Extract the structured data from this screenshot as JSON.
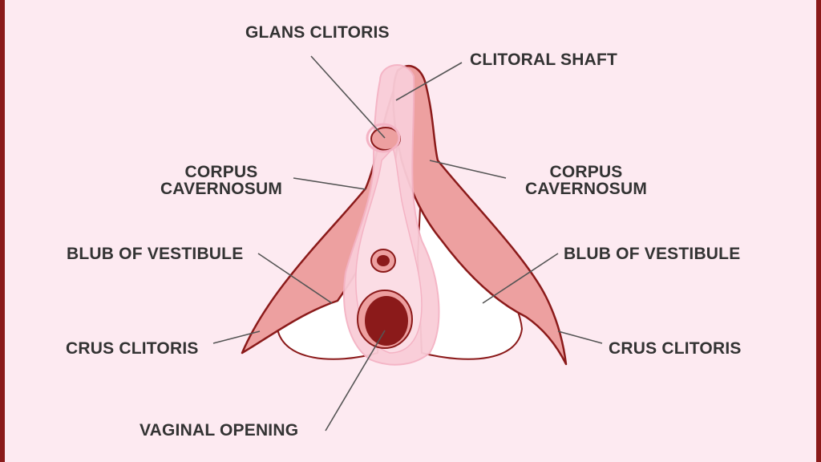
{
  "colors": {
    "background": "#fdeaf1",
    "border": "#8b1a1a",
    "tissue": "#eda0a0",
    "outline": "#8b1a1a",
    "shaft": "#f9cdd8",
    "bulb": "#ffffff",
    "opening": "#8b1a1a",
    "text": "#333333",
    "leader": "#555555"
  },
  "labels": {
    "glans_clitoris": "GLANS CLITORIS",
    "clitoral_shaft": "CLITORAL SHAFT",
    "corpus_left_line1": "CORPUS",
    "corpus_left_line2": "CAVERNOSUM",
    "corpus_right_line1": "CORPUS",
    "corpus_right_line2": "CAVERNOSUM",
    "bulb_left": "BLUB OF VESTIBULE",
    "bulb_right": "BLUB OF VESTIBULE",
    "crus_left": "CRUS CLITORIS",
    "crus_right": "CRUS CLITORIS",
    "vaginal_opening": "VAGINAL OPENING"
  }
}
